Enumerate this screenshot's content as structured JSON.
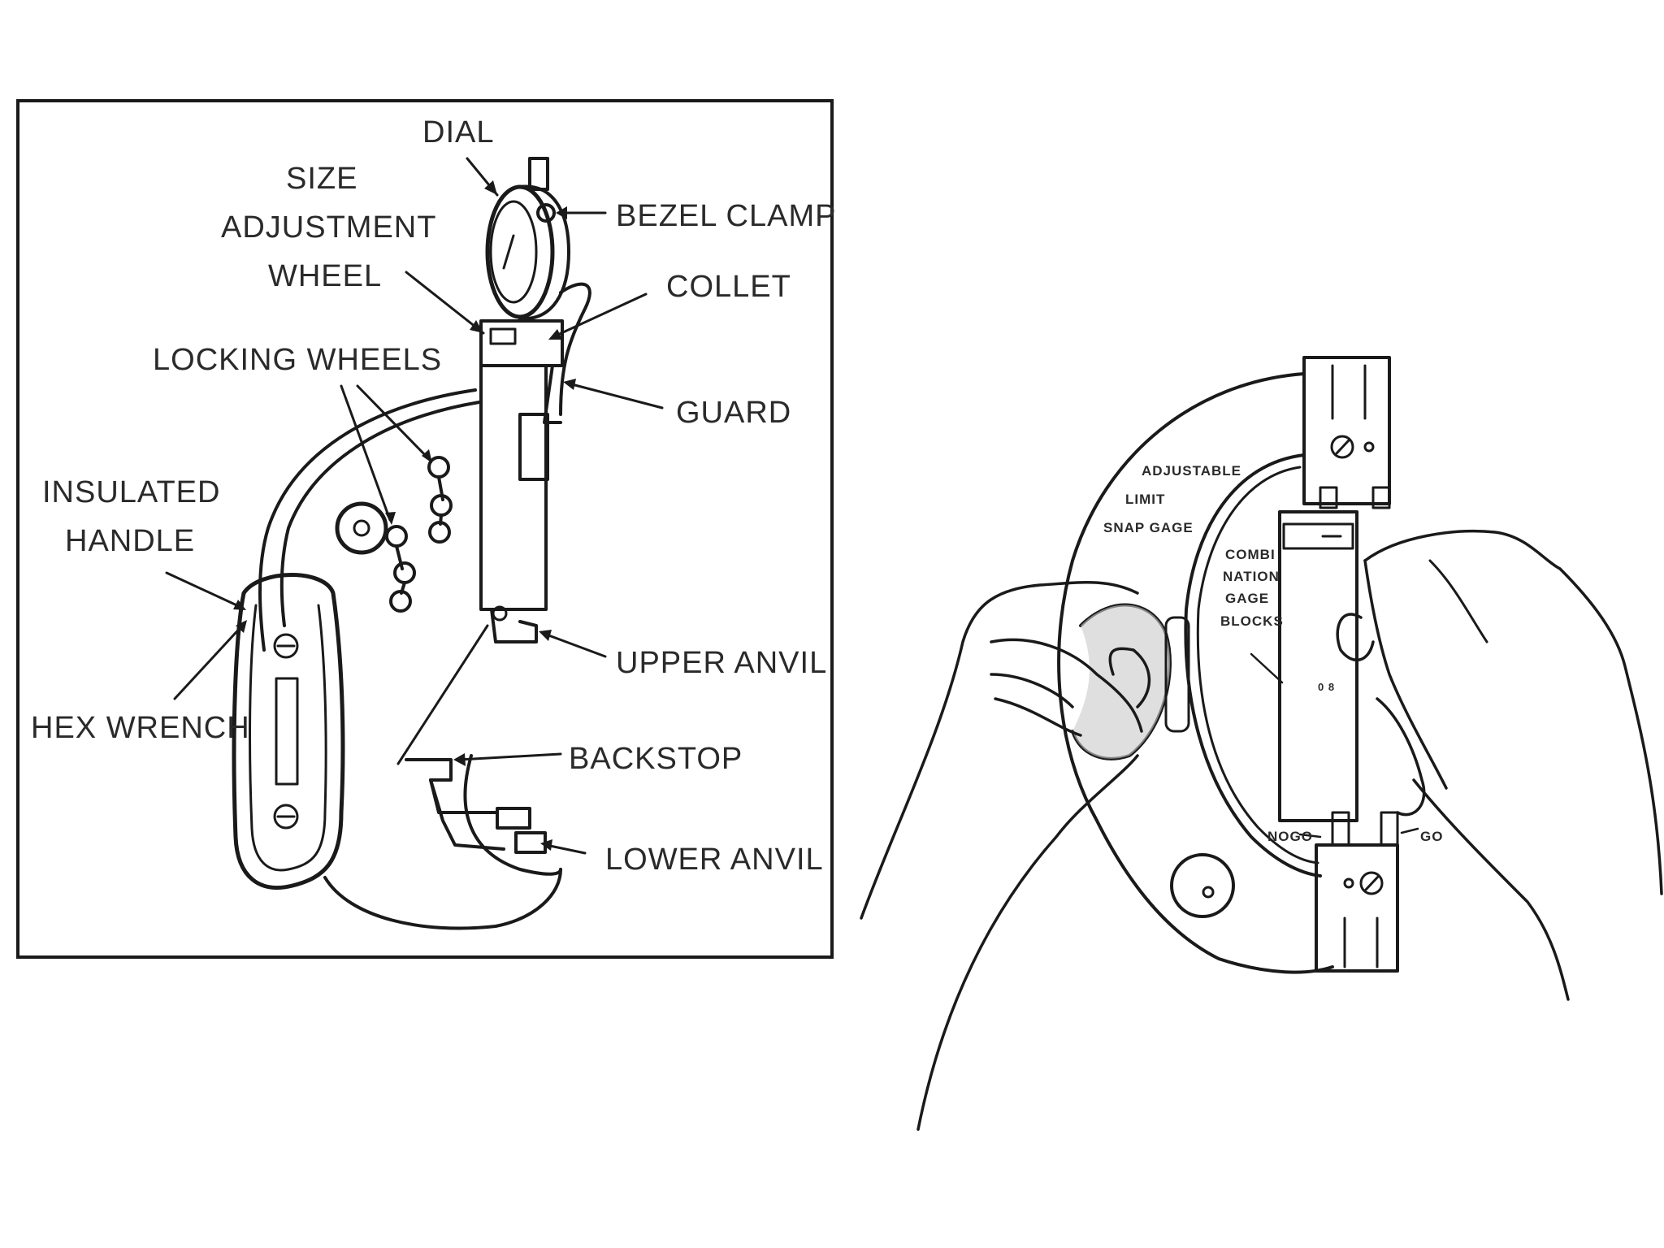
{
  "left_figure": {
    "labels": {
      "dial": "DIAL",
      "size_adjustment_1": "SIZE",
      "size_adjustment_2": "ADJUSTMENT",
      "size_adjustment_3": "WHEEL",
      "bezel_clamp": "BEZEL CLAMP",
      "collet": "COLLET",
      "locking_wheels": "LOCKING WHEELS",
      "guard": "GUARD",
      "insulated_handle_1": "INSULATED",
      "insulated_handle_2": "HANDLE",
      "hex_wrench": "HEX WRENCH",
      "upper_anvil": "UPPER ANVIL",
      "backstop": "BACKSTOP",
      "lower_anvil": "LOWER ANVIL"
    }
  },
  "right_figure": {
    "labels": {
      "adjustable_1": "ADJUSTABLE",
      "adjustable_2": "LIMIT",
      "adjustable_3": "SNAP GAGE",
      "combination_1": "COMBI",
      "combination_2": "NATION",
      "combination_3": "GAGE",
      "combination_4": "BLOCKS",
      "nogo": "NOGO",
      "go": "GO"
    }
  }
}
